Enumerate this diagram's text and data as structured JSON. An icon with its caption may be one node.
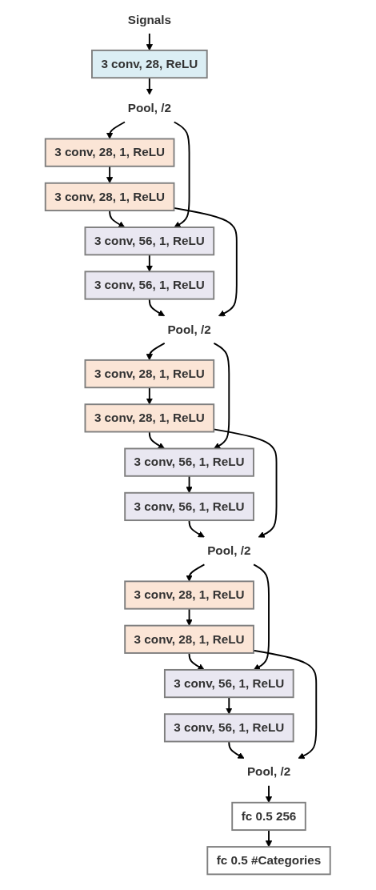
{
  "diagram": {
    "nodes": [
      {
        "text": [
          "Signals"
        ]
      },
      {
        "text": [
          "3 conv, 28, ReLU"
        ]
      },
      {
        "text": [
          "Pool, /2"
        ]
      },
      {
        "text": [
          "3 conv, 28, 1, ReLU"
        ]
      },
      {
        "text": [
          "3 conv, 28, 1, ReLU"
        ]
      },
      {
        "text": [
          "3 conv, 56, 1, ReLU"
        ]
      },
      {
        "text": [
          "3 conv, 56, 1, ReLU"
        ]
      },
      {
        "text": [
          "Pool, /2"
        ]
      },
      {
        "text": [
          "3 conv, 28, 1, ReLU"
        ]
      },
      {
        "text": [
          "3 conv, 28, 1, ReLU"
        ]
      },
      {
        "text": [
          "3 conv, 56, 1, ReLU"
        ]
      },
      {
        "text": [
          "3 conv, 56, 1, ReLU"
        ]
      },
      {
        "text": [
          "Pool, /2"
        ]
      },
      {
        "text": [
          "3 conv, 28, 1, ReLU"
        ]
      },
      {
        "text": [
          "3 conv, 28, 1, ReLU"
        ]
      },
      {
        "text": [
          "3 conv, 56, 1, ReLU"
        ]
      },
      {
        "text": [
          "3 conv, 56, 1, ReLU"
        ]
      },
      {
        "text": [
          "Pool, /2"
        ]
      },
      {
        "text": [
          "fc 0.5 256"
        ]
      },
      {
        "text": [
          "fc 0.5 #Categories"
        ]
      }
    ],
    "edges": [
      {
        "from": 0,
        "to": 1,
        "arrow": "to"
      },
      {
        "from": 1,
        "to": 2,
        "arrow": "to"
      },
      {
        "from": 2,
        "to": 3,
        "arrow": "to"
      },
      {
        "from": 3,
        "to": 4,
        "arrow": "to"
      },
      {
        "from": 4,
        "to": 5,
        "arrow": "to"
      },
      {
        "from": 5,
        "to": 6,
        "arrow": "to"
      },
      {
        "from": 6,
        "to": 7,
        "arrow": "to"
      },
      {
        "from": 7,
        "to": 8,
        "arrow": "to"
      },
      {
        "from": 8,
        "to": 9,
        "arrow": "to"
      },
      {
        "from": 9,
        "to": 10,
        "arrow": "to"
      },
      {
        "from": 10,
        "to": 11,
        "arrow": "to"
      },
      {
        "from": 11,
        "to": 12,
        "arrow": "to"
      },
      {
        "from": 12,
        "to": 13,
        "arrow": "to"
      },
      {
        "from": 13,
        "to": 14,
        "arrow": "to"
      },
      {
        "from": 14,
        "to": 15,
        "arrow": "to"
      },
      {
        "from": 15,
        "to": 16,
        "arrow": "to"
      },
      {
        "from": 16,
        "to": 17,
        "arrow": "to"
      },
      {
        "from": 17,
        "to": 18,
        "arrow": "to"
      },
      {
        "from": 18,
        "to": 19,
        "arrow": "to"
      },
      {
        "from": 2,
        "to": 5,
        "arrow": "to"
      },
      {
        "from": 4,
        "to": 7,
        "arrow": "to"
      },
      {
        "from": 7,
        "to": 10,
        "arrow": "to"
      },
      {
        "from": 9,
        "to": 12,
        "arrow": "to"
      },
      {
        "from": 12,
        "to": 15,
        "arrow": "to"
      },
      {
        "from": 14,
        "to": 17,
        "arrow": "to"
      }
    ]
  }
}
